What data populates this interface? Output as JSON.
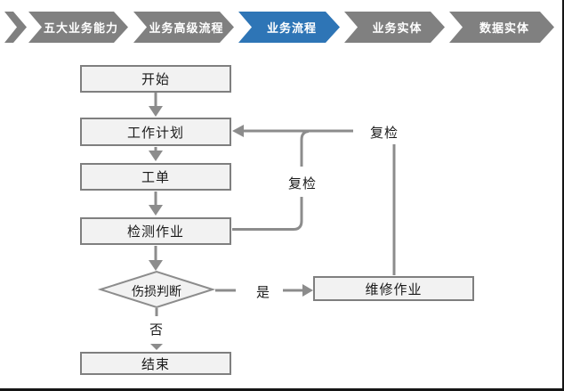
{
  "nav": {
    "active_color": "#2E75B6",
    "inactive_color": "#808080",
    "items": [
      {
        "label": "五大业务能力",
        "active": false
      },
      {
        "label": "业务高级流程",
        "active": false
      },
      {
        "label": "业务流程",
        "active": true
      },
      {
        "label": "业务实体",
        "active": false
      },
      {
        "label": "数据实体",
        "active": false
      }
    ]
  },
  "flowchart": {
    "nodes": [
      {
        "id": "start",
        "label": "开始",
        "type": "process"
      },
      {
        "id": "work-plan",
        "label": "工作计划",
        "type": "process"
      },
      {
        "id": "work-order",
        "label": "工单",
        "type": "process"
      },
      {
        "id": "inspection",
        "label": "检测作业",
        "type": "process"
      },
      {
        "id": "damage-decision",
        "label": "伤损判断",
        "type": "decision"
      },
      {
        "id": "repair",
        "label": "维修作业",
        "type": "process"
      },
      {
        "id": "end",
        "label": "结束",
        "type": "process"
      }
    ],
    "edge_labels": {
      "recheck_top": "复检",
      "recheck_loop": "复检",
      "yes": "是",
      "no": "否"
    },
    "colors": {
      "line": "#8C8C8C",
      "box_fill": "#F2F2F2",
      "box_border": "#7F7F7F"
    }
  }
}
